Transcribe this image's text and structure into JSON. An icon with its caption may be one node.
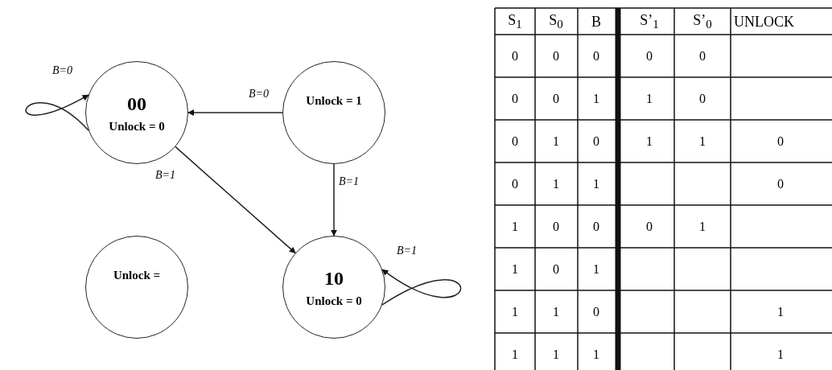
{
  "diagram": {
    "nodes": [
      {
        "text": [
          "00",
          "Unlock = 0"
        ]
      },
      {
        "text": [
          "Unlock = 1"
        ]
      },
      {
        "text": [
          "Unlock ="
        ]
      },
      {
        "text": [
          "10",
          "Unlock = 0"
        ]
      }
    ],
    "edges": [
      {
        "from": 0,
        "to": 0,
        "arrow": "to",
        "label": "B=0"
      },
      {
        "from": 1,
        "to": 0,
        "arrow": "to",
        "label": "B=0"
      },
      {
        "from": 0,
        "to": 3,
        "arrow": "to",
        "label": "B=1"
      },
      {
        "from": 1,
        "to": 3,
        "arrow": "to",
        "label": "B=1"
      },
      {
        "from": 3,
        "to": 3,
        "arrow": "to",
        "label": "B=1"
      }
    ],
    "labels": [
      "S$_{1}$",
      "S$_{0}$",
      "B",
      "S’$_{1}$",
      "S’$_{0}$",
      "UNLOCK",
      "0",
      "0",
      "0",
      "0",
      "0",
      "0",
      "0",
      "1",
      "1",
      "0",
      "0",
      "1",
      "0",
      "1",
      "1",
      "0",
      "0",
      "1",
      "1",
      "0",
      "1",
      "0",
      "0",
      "0",
      "1",
      "1",
      "0",
      "1",
      "1",
      "1",
      "0",
      "1",
      "1",
      "1",
      "1",
      "1"
    ]
  }
}
